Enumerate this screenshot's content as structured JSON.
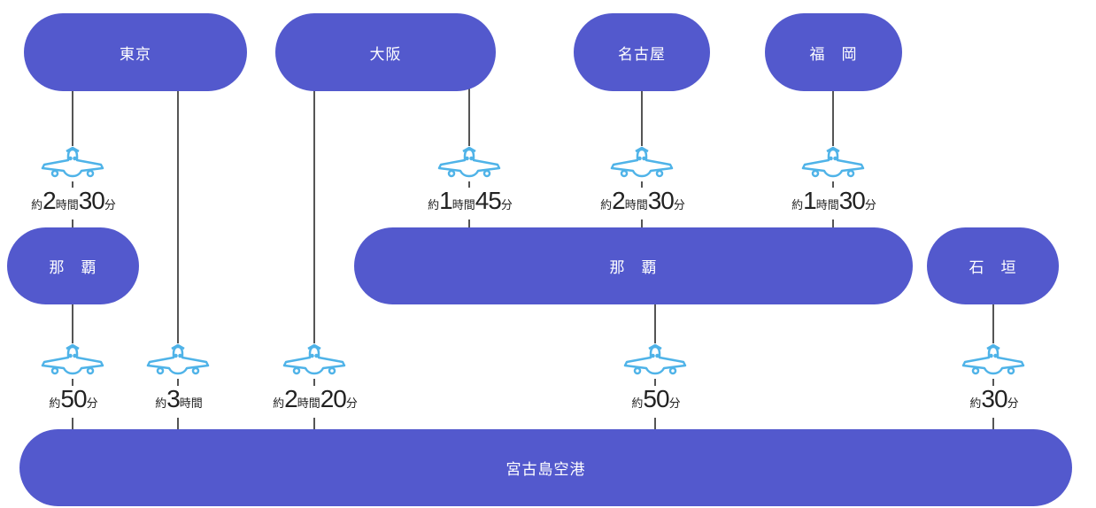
{
  "colors": {
    "node": "#5359cd",
    "line": "#555555",
    "plane": "#4fb3e8"
  },
  "nodes": {
    "tokyo": "東京",
    "osaka": "大阪",
    "nagoya": "名古屋",
    "fukuoka": "福　岡",
    "naha_small": "那　覇",
    "naha_large": "那　覇",
    "ishigaki": "石　垣",
    "miyako": "宮古島空港"
  },
  "routes": [
    {
      "from": "東京",
      "to": "那覇",
      "icon": "airplane-icon",
      "duration": [
        "約",
        "2",
        "時間",
        "30",
        "分"
      ]
    },
    {
      "from": "大阪",
      "to": "那覇",
      "icon": "airplane-icon",
      "duration": [
        "約",
        "1",
        "時間",
        "45",
        "分"
      ]
    },
    {
      "from": "名古屋",
      "to": "那覇",
      "icon": "airplane-icon",
      "duration": [
        "約",
        "2",
        "時間",
        "30",
        "分"
      ]
    },
    {
      "from": "福岡",
      "to": "那覇",
      "icon": "airplane-icon",
      "duration": [
        "約",
        "1",
        "時間",
        "30",
        "分"
      ]
    },
    {
      "from": "那覇",
      "to": "宮古島空港",
      "icon": "airplane-icon",
      "duration": [
        "約",
        "50",
        "分"
      ]
    },
    {
      "from": "東京",
      "to": "宮古島空港",
      "icon": "airplane-icon",
      "duration": [
        "約",
        "3",
        "時間"
      ]
    },
    {
      "from": "大阪",
      "to": "宮古島空港",
      "icon": "airplane-icon",
      "duration": [
        "約",
        "2",
        "時間",
        "20",
        "分"
      ]
    },
    {
      "from": "那覇",
      "to": "宮古島空港",
      "icon": "airplane-icon",
      "duration": [
        "約",
        "50",
        "分"
      ]
    },
    {
      "from": "石垣",
      "to": "宮古島空港",
      "icon": "airplane-icon",
      "duration": [
        "約",
        "30",
        "分"
      ]
    }
  ]
}
